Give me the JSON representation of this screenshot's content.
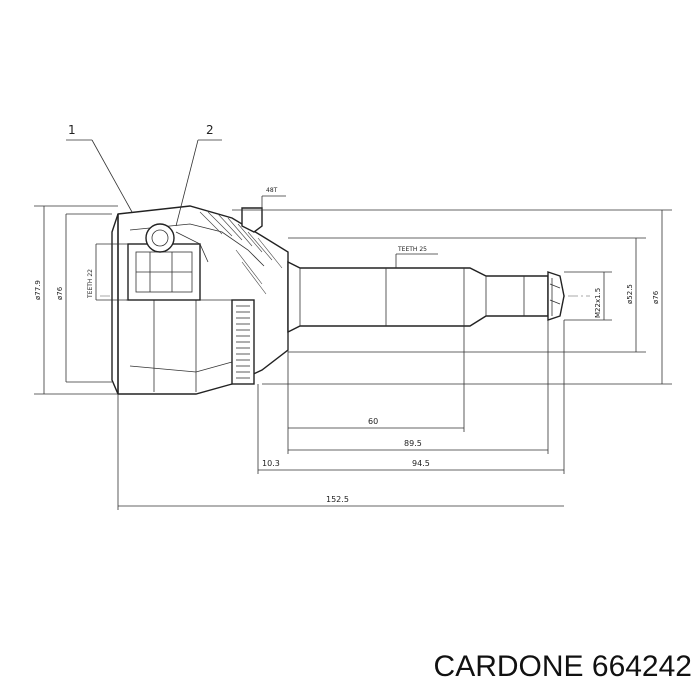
{
  "callouts": {
    "part1": "1",
    "part2": "2"
  },
  "annotations": {
    "abs_teeth": "48T",
    "shaft_teeth": "TEETH 25",
    "inner_teeth": "TEETH 22"
  },
  "dimensions": {
    "d779": "ø77.9",
    "d76_left": "ø76",
    "d525": "ø52.5",
    "d76_right": "ø76",
    "thread": "M22x1.5",
    "len60": "60",
    "len895": "89.5",
    "len103": "10.3",
    "len945": "94.5",
    "len1525": "152.5"
  },
  "caption": "CARDONE 664242"
}
